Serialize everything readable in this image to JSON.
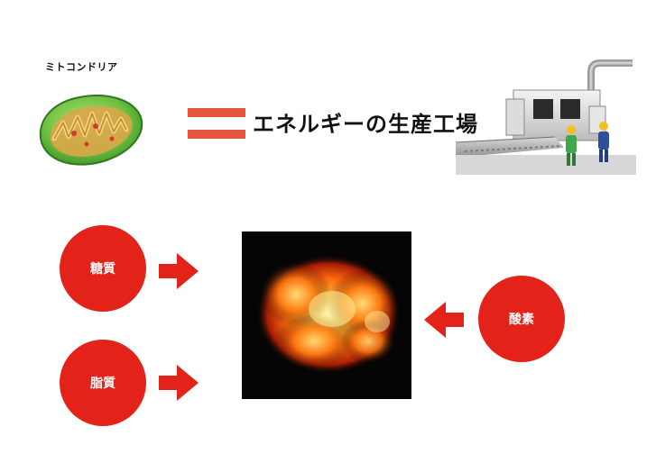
{
  "header": {
    "mitochondria_label": "ミトコンドリア",
    "energy_factory_text": "エネルギーの生産工場"
  },
  "inputs": {
    "sugar": "糖質",
    "fat": "脂質",
    "oxygen": "酸素"
  },
  "colors": {
    "accent_red": "#e32219",
    "equals_red": "#e5553f",
    "mito_green": "#5fb33c",
    "fire_orange": "#ff7a10",
    "background": "#ffffff"
  },
  "icons": {
    "mitochondria": "mitochondria-illustration",
    "equals": "equals-sign",
    "factory": "factory-illustration",
    "arrow": "right-arrow",
    "fire": "fire-explosion"
  }
}
